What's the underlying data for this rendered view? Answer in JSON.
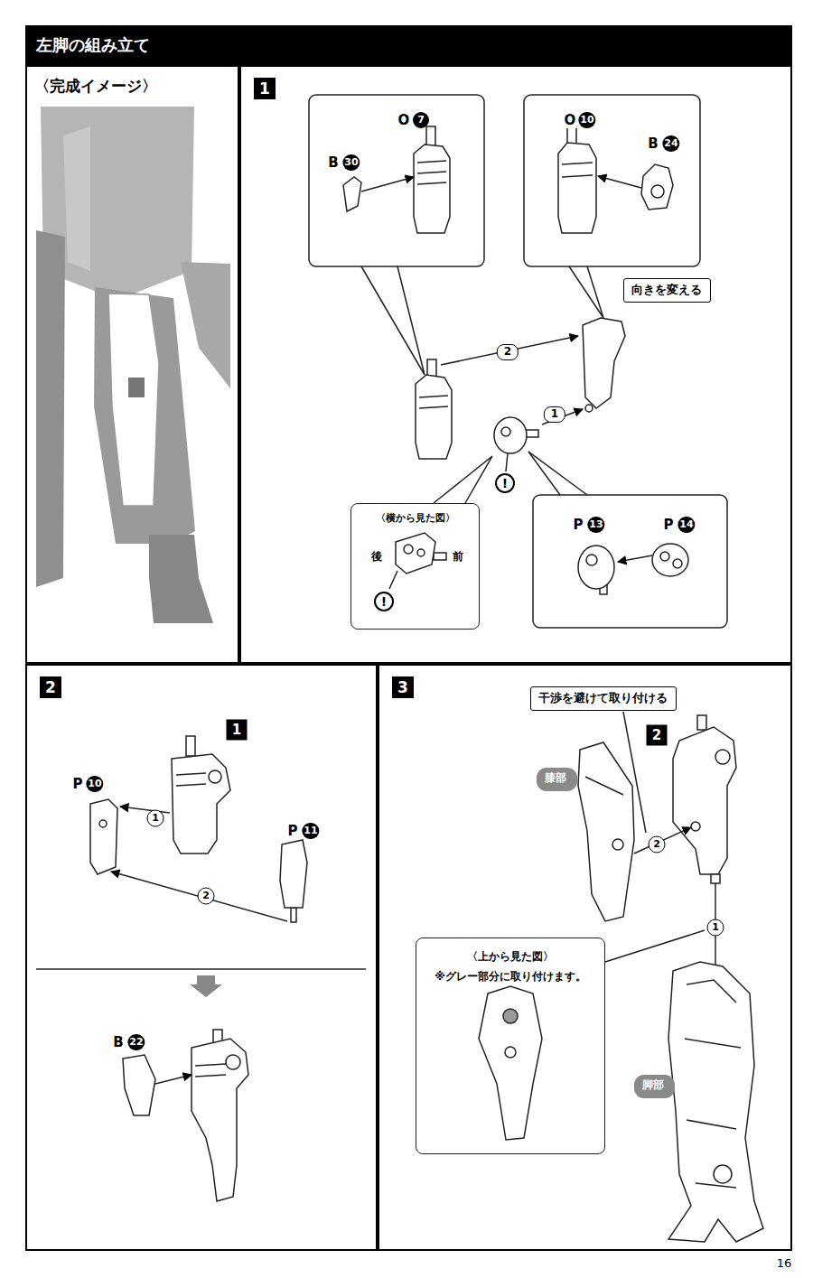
{
  "diagram": {
    "title": "左脚の組み立て",
    "nodes": [
      {
        "text": [
          "〈完成イメージ〉"
        ]
      },
      {
        "text": [
          "1"
        ]
      },
      {
        "text": [
          "向きを変える"
        ],
        "in": 1
      },
      {
        "text": [
          "〈横から見た図〉",
          "後",
          "前"
        ],
        "in": 1
      },
      {
        "text": [
          "2"
        ]
      },
      {
        "text": [
          "3"
        ]
      },
      {
        "text": [
          "干渉を避けて取り付ける"
        ],
        "in": 5
      },
      {
        "text": [
          "膝部"
        ],
        "in": 5
      },
      {
        "text": [
          "〈上から見た図〉",
          "※グレー部分に取り付けます。"
        ],
        "in": 5
      },
      {
        "text": [
          "脚部"
        ],
        "in": 5
      }
    ],
    "labels": [
      "O",
      "7",
      "B",
      "30",
      "O",
      "10",
      "B",
      "24",
      "2",
      "1",
      "P",
      "13",
      "P",
      "14",
      "!",
      "!",
      "1",
      "P",
      "10",
      "1",
      "P",
      "11",
      "2",
      "B",
      "22",
      "2",
      "2",
      "1",
      "16"
    ]
  }
}
